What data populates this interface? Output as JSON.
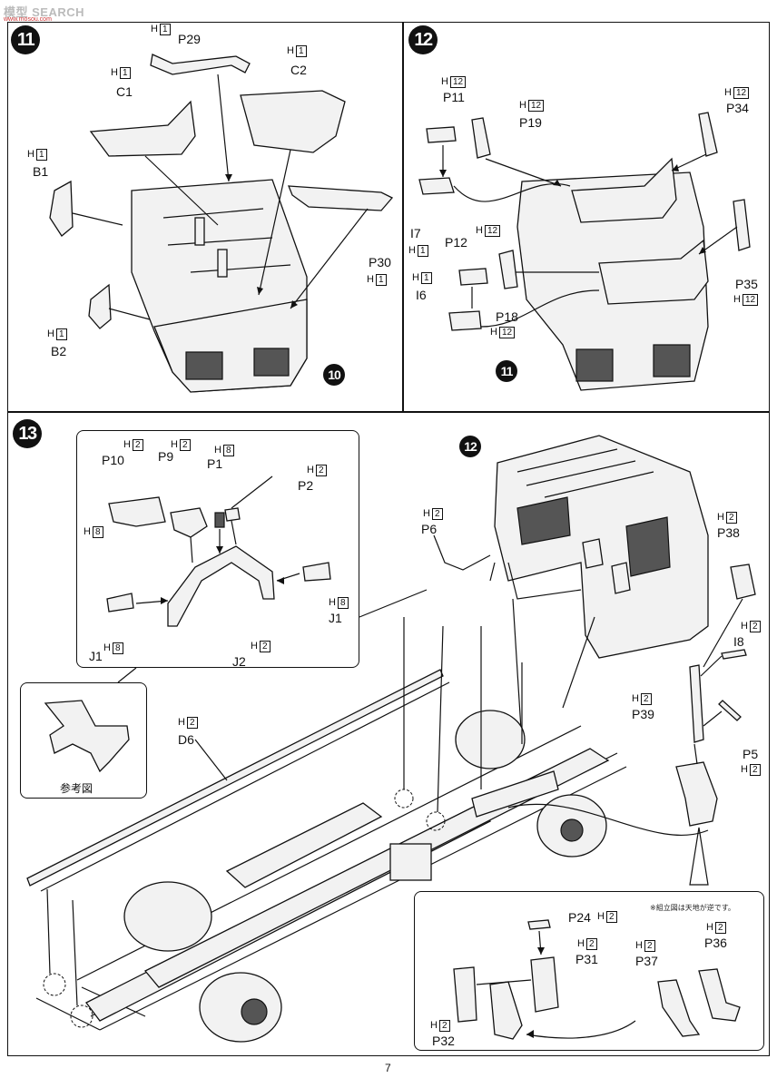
{
  "watermark": {
    "text": "模型 SEARCH",
    "sub": "www.mosou.com"
  },
  "steps": {
    "s11": "11",
    "s12": "12",
    "s13": "13",
    "ref10": "10",
    "ref11": "11",
    "ref12": "12"
  },
  "sprue_prefix": "H",
  "panel11": {
    "labels": {
      "p29": "P29",
      "c1": "C1",
      "c2": "C2",
      "b1": "B1",
      "b2": "B2",
      "p30": "P30"
    },
    "sprues": {
      "p29": "1",
      "c1": "1",
      "c2": "1",
      "b1": "1",
      "b2": "1",
      "p30": "1"
    }
  },
  "panel12": {
    "labels": {
      "p11": "P11",
      "p19": "P19",
      "p34": "P34",
      "i7": "I7",
      "p12": "P12",
      "i6": "I6",
      "p18": "P18",
      "p35": "P35"
    },
    "sprues": {
      "p11": "12",
      "p19": "12",
      "p34": "12",
      "i7": "1",
      "p12": "12",
      "i6": "1",
      "p18": "12",
      "p35": "12"
    }
  },
  "panel13": {
    "labels": {
      "p10": "P10",
      "p9": "P9",
      "p1": "P1",
      "p2": "P2",
      "j1a": "J1",
      "j1b": "J1",
      "j2": "J2",
      "p6": "P6",
      "p38": "P38",
      "i8": "I8",
      "p39": "P39",
      "p5": "P5",
      "d6": "D6",
      "p24": "P24",
      "p31": "P31",
      "p32": "P32",
      "p37": "P37",
      "p36": "P36"
    },
    "sprues": {
      "p10": "2",
      "p10b": "8",
      "p9": "2",
      "p1": "8",
      "p2": "2",
      "j1a": "8",
      "j1b": "8",
      "j2": "2",
      "p6": "2",
      "p38": "2",
      "i8": "2",
      "p39": "2",
      "p5": "2",
      "d6": "2",
      "p24": "2",
      "p31": "2",
      "p32": "2",
      "p37": "2",
      "p36": "2"
    },
    "reference_caption": "参考図",
    "note": "※組立図は天地が逆です。"
  },
  "page_number": "7"
}
